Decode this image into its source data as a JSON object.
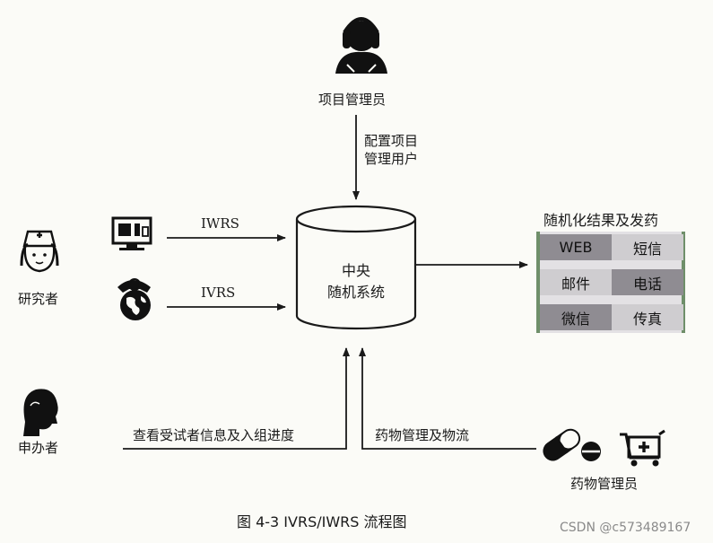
{
  "actors": {
    "project_admin": "项目管理员",
    "researcher": "研究者",
    "sponsor": "申办者",
    "drug_admin": "药物管理员"
  },
  "central_system": {
    "line1": "中央",
    "line2": "随机系统"
  },
  "edges": {
    "config_line1": "配置项目",
    "config_line2": "管理用户",
    "iwrs": "IWRS",
    "ivrs": "IVRS",
    "sponsor_view": "查看受试者信息及入组进度",
    "drug_logistics": "药物管理及物流"
  },
  "output": {
    "title": "随机化结果及发药",
    "channels": [
      "WEB",
      "短信",
      "邮件",
      "电话",
      "微信",
      "传真"
    ]
  },
  "caption": "图 4-3   IVRS/IWRS 流程图",
  "watermark": "CSDN @c573489167",
  "colors": {
    "channel_dark": "#8f8c92",
    "channel_light": "#cfcdd0",
    "stripe_accent": "#6f8f6a"
  },
  "icons": [
    "headset-person-icon",
    "nurse-icon",
    "computer-monitor-icon",
    "telephone-globe-icon",
    "head-profile-icon",
    "pill-capsule-icon",
    "medicine-cart-icon"
  ]
}
